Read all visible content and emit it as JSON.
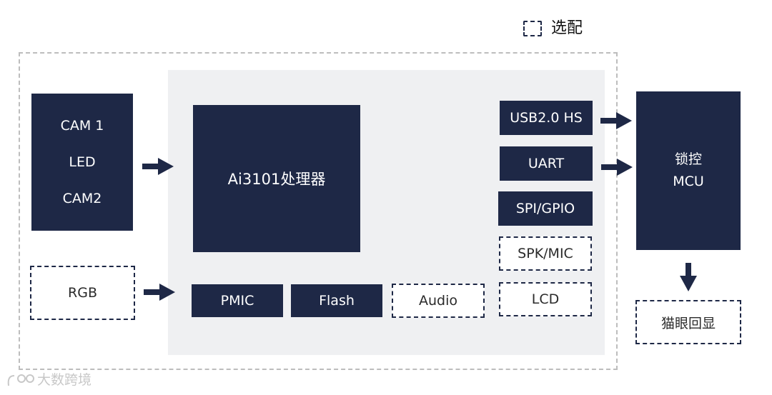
{
  "legend": {
    "label": "选配"
  },
  "blocks": {
    "cam_group": {
      "line1": "CAM 1",
      "line2": "LED",
      "line3": "CAM2"
    },
    "rgb": "RGB",
    "processor": "Ai3101处理器",
    "pmic": "PMIC",
    "flash": "Flash",
    "audio": "Audio",
    "usb": "USB2.0 HS",
    "uart": "UART",
    "spi_gpio": "SPI/GPIO",
    "spk_mic": "SPK/MIC",
    "lcd": "LCD",
    "mcu": {
      "line1": "锁控",
      "line2": "MCU"
    },
    "peephole": "猫眼回显"
  },
  "colors": {
    "dark_block": "#1e2846",
    "panel": "#eff0f2",
    "outer_border": "#bdbdbd"
  },
  "watermark": {
    "text": "大数跨境"
  }
}
